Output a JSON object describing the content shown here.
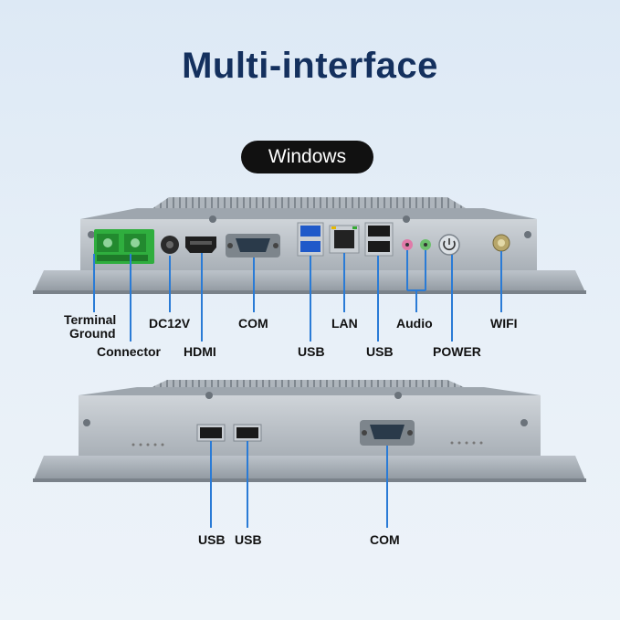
{
  "title": "Multi-interface",
  "os_badge": "Windows",
  "top_panel": {
    "labels": {
      "terminal_ground_line1": "Terminal",
      "terminal_ground_line2": "Ground",
      "connector": "Connector",
      "dc12v": "DC12V",
      "hdmi": "HDMI",
      "com": "COM",
      "usb_left": "USB",
      "lan": "LAN",
      "usb_right": "USB",
      "audio": "Audio",
      "power": "POWER",
      "wifi": "WIFI"
    }
  },
  "bottom_panel": {
    "labels": {
      "usb_1": "USB",
      "usb_2": "USB",
      "com": "COM"
    }
  },
  "colors": {
    "title": "#14305e",
    "callout_line": "#2a7bd6",
    "terminal_block": "#2fae3e",
    "metal": "#b9c0c7"
  }
}
